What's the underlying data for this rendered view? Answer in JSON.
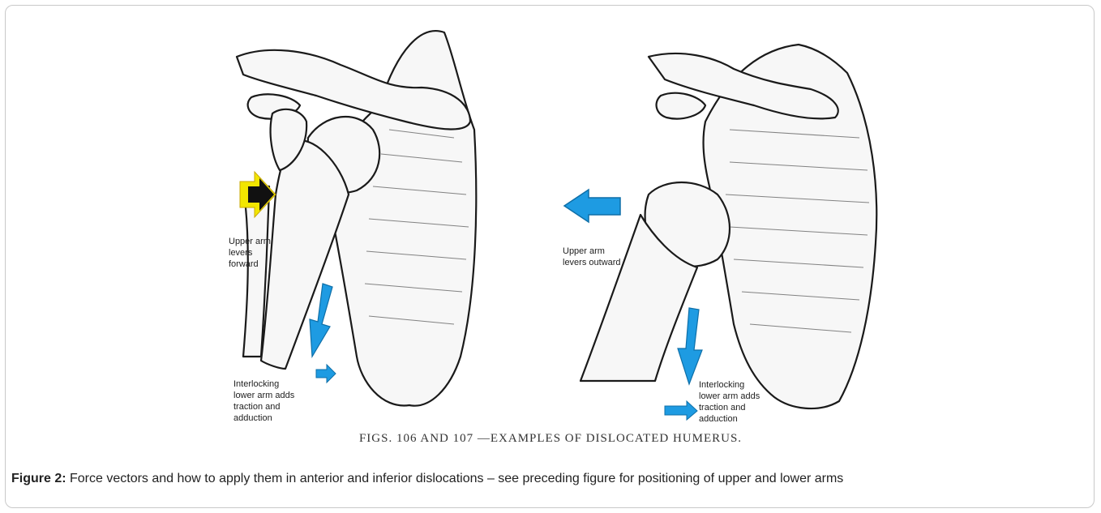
{
  "figure": {
    "left_label": "Upper arm\nlevers\nforward",
    "right_label": "Upper arm\nlevers outward",
    "left_bottom_label": "Interlocking\nlower arm adds\ntraction and\nadduction",
    "right_bottom_label": "Interlocking\nlower arm adds\ntraction and\nadduction",
    "plate_title": "FIGS. 106 AND 107 —EXAMPLES OF DISLOCATED HUMERUS.",
    "arrow_color_blue": "#1e9be2",
    "arrow_color_yellow": "#f2e600"
  },
  "caption": {
    "label": "Figure 2:",
    "text": " Force vectors and how to apply them in anterior and inferior dislocations – see preceding figure for positioning of upper and lower arms"
  }
}
